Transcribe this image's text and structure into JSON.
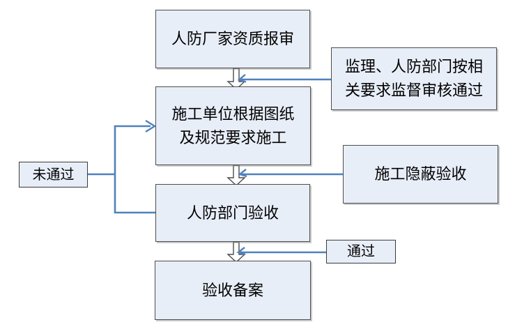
{
  "colors": {
    "page_bg": "#ffffff",
    "box_fill": "#e8eef8",
    "box_border": "#4c4c4c",
    "connector_blue": "#4f81bd",
    "flow_arrow_fill": "#ffffff",
    "text": "#000000"
  },
  "nodes": {
    "qualification": {
      "label": "人防厂家资质报审"
    },
    "supervision_note": {
      "line1": "监理、人防部门按相",
      "line2": "关要求监督审核通过"
    },
    "construction": {
      "line1": "施工单位根据图纸",
      "line2": "及规范要求施工"
    },
    "not_passed": {
      "label": "未通过"
    },
    "concealed_acceptance": {
      "label": "施工隐蔽验收"
    },
    "defense_acceptance": {
      "label": "人防部门验收"
    },
    "passed": {
      "label": "通过"
    },
    "filing": {
      "label": "验收备案"
    }
  }
}
